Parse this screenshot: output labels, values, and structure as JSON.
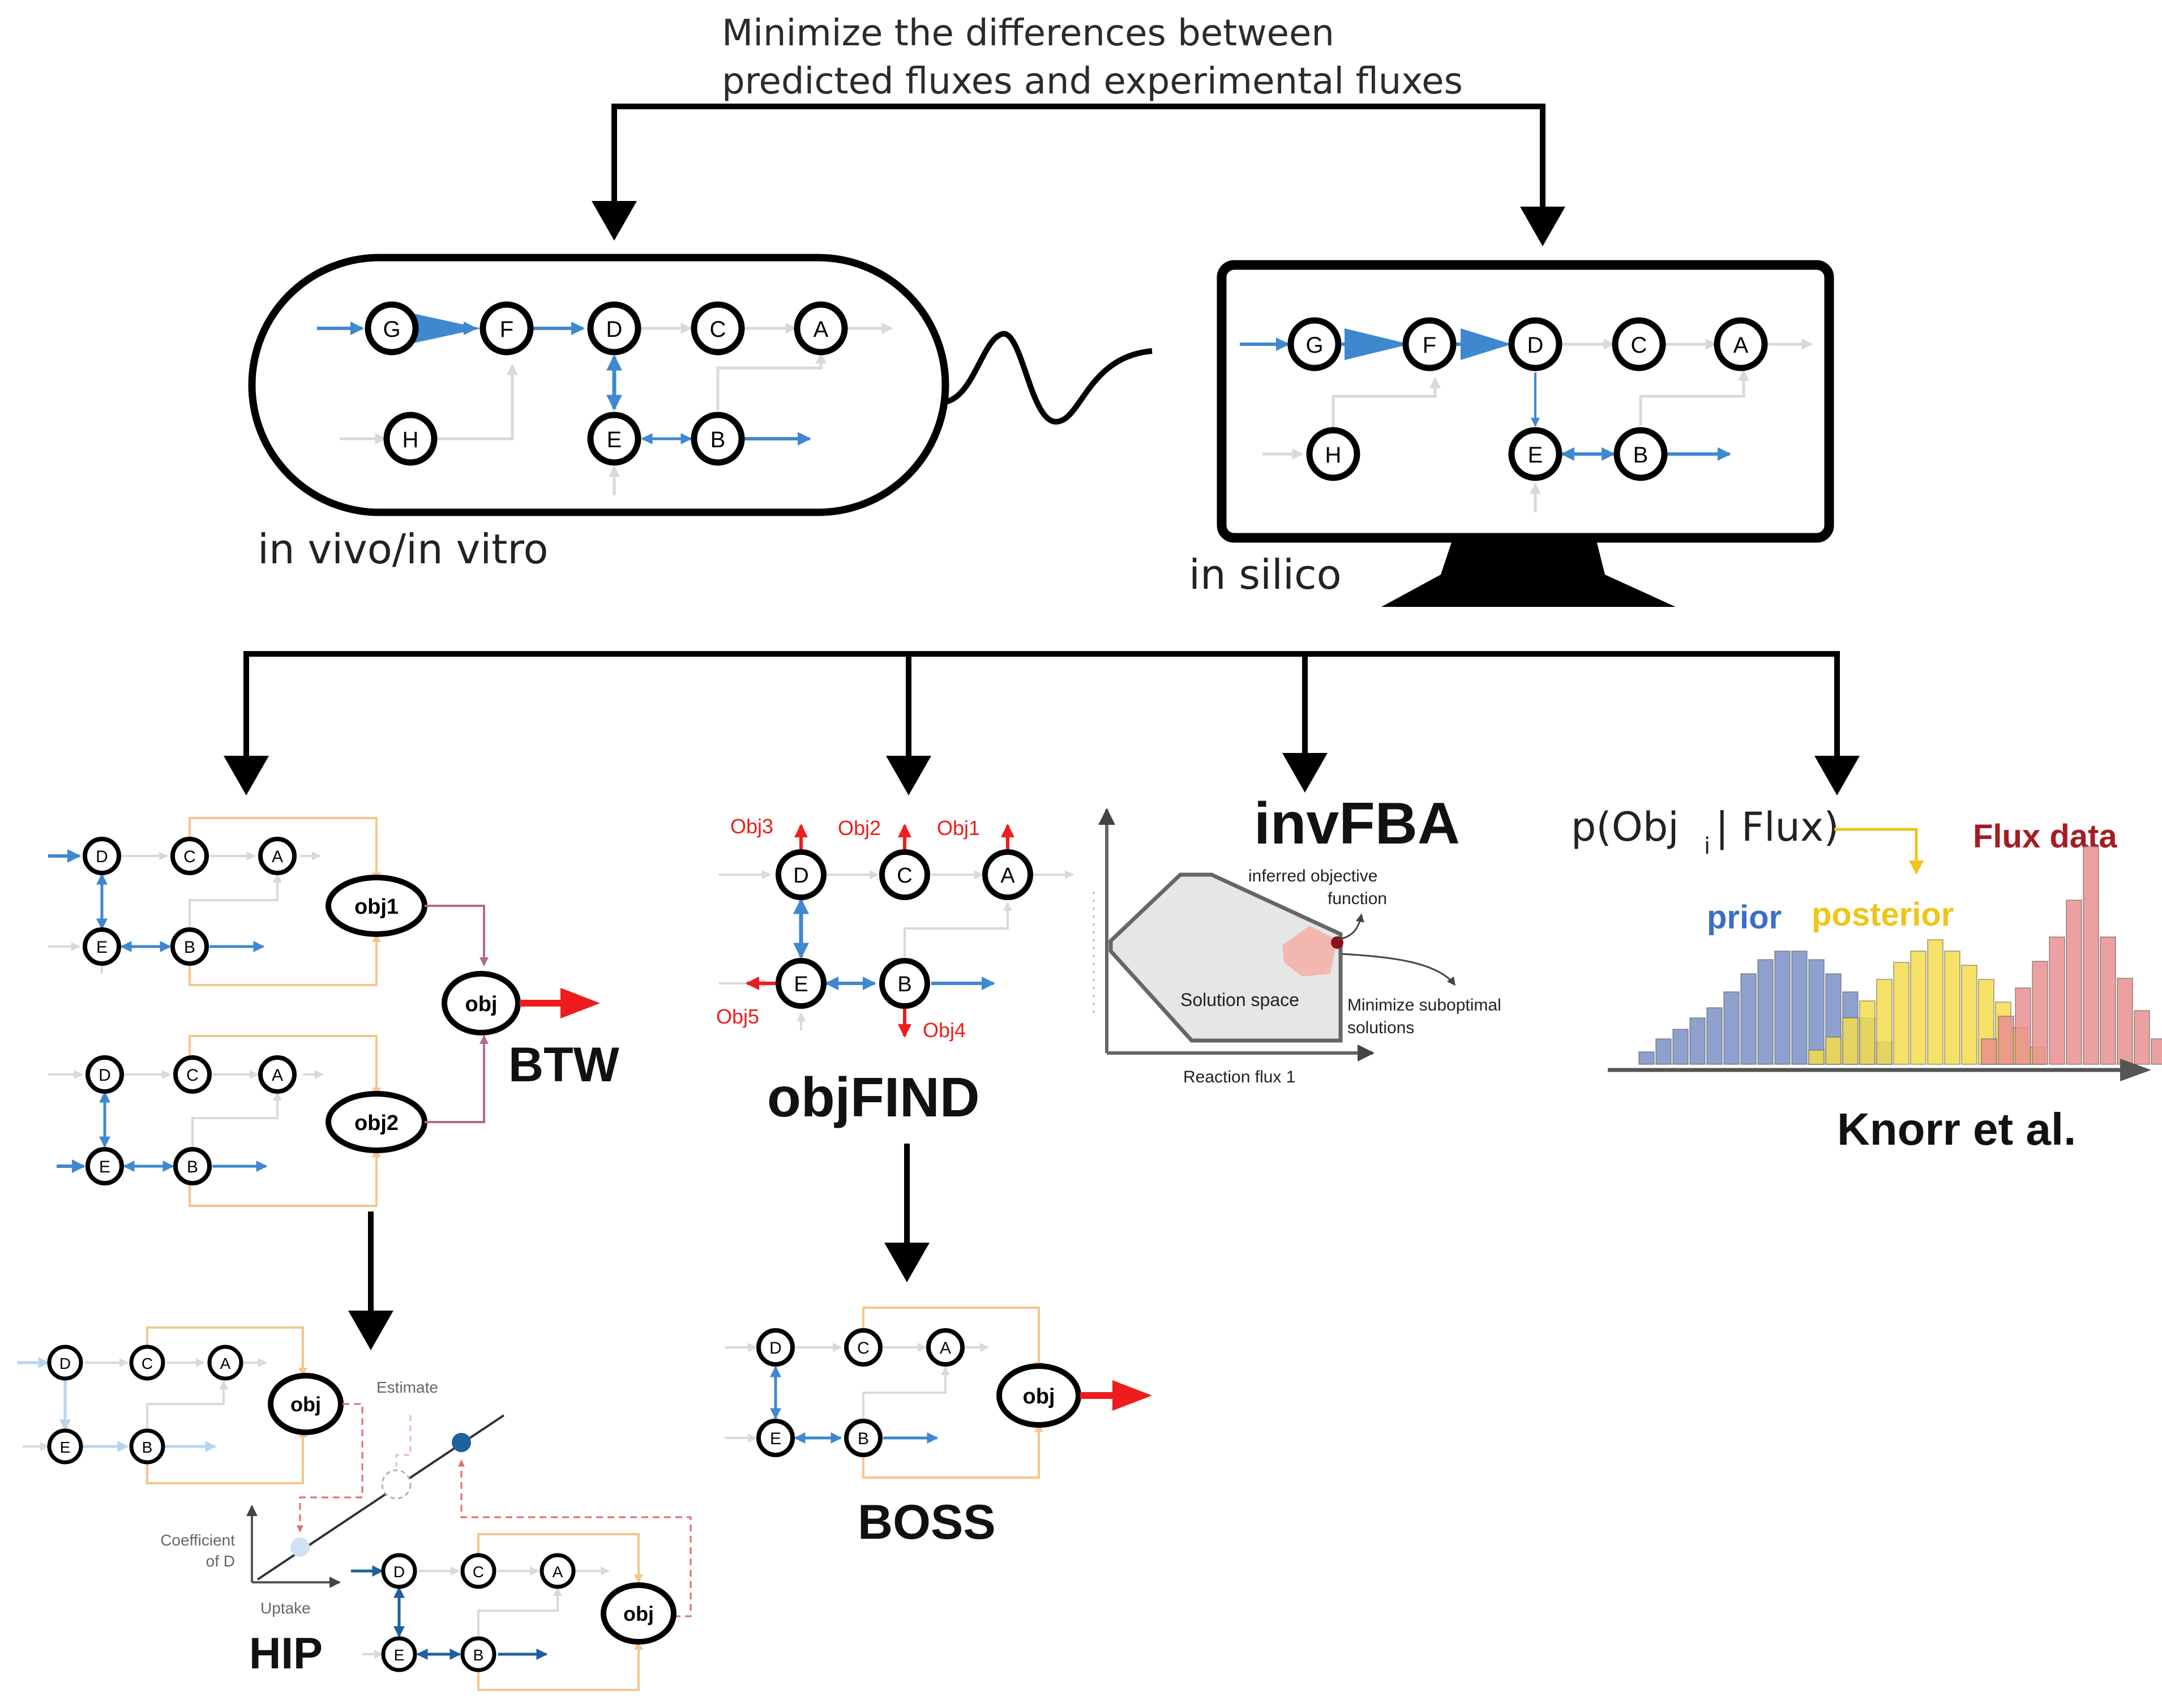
{
  "header": {
    "line1": "Minimize the differences between",
    "line2": "predicted fluxes and experimental fluxes"
  },
  "cell": {
    "label": "in vivo/in vitro"
  },
  "computer": {
    "label": "in silico"
  },
  "nodes": {
    "a": "A",
    "b": "B",
    "c": "C",
    "d": "D",
    "e": "E",
    "f": "F",
    "g": "G",
    "h": "H"
  },
  "objective": {
    "obj": "obj",
    "obj1": "obj1",
    "obj2": "obj2"
  },
  "methods": {
    "btw": "BTW",
    "objfind": "objFIND",
    "boss": "BOSS",
    "invfba": "invFBA",
    "hip": "HIP",
    "knorr": "Knorr et al."
  },
  "objfind_labels": {
    "obj1": "Obj1",
    "obj2": "Obj2",
    "obj3": "Obj3",
    "obj4": "Obj4",
    "obj5": "Obj5"
  },
  "invfba_plot": {
    "inferred_line1": "inferred objective",
    "inferred_line2": "function",
    "solution_space": "Solution space",
    "minimize_line1": "Minimize suboptimal",
    "minimize_line2": "solutions",
    "xlabel": "Reaction flux 1"
  },
  "hip_plot": {
    "estimate": "Estimate",
    "ylabel_line1": "Coefficient",
    "ylabel_line2": "of D",
    "xlabel": "Uptake"
  },
  "knorr_plot": {
    "formula_start": "p(Obj",
    "formula_sub": "i",
    "formula_end": " | Flux)",
    "prior": "prior",
    "posterior": "posterior",
    "flux_data": "Flux data"
  },
  "colors": {
    "blue_flux": "#3f88cf",
    "dark_blue_flux": "#1f5fa0",
    "red_arrow": "#ee1c1c",
    "orange_link": "#f5c58d",
    "grey_link": "#d9d9d9",
    "prior_bar": "#7a8fc4",
    "posterior_bar": "#f4dc4f",
    "flux_bar": "#e98f8f",
    "prior_text": "#3b6fc4",
    "posterior_text": "#f0c419",
    "flux_text": "#a51d24"
  }
}
